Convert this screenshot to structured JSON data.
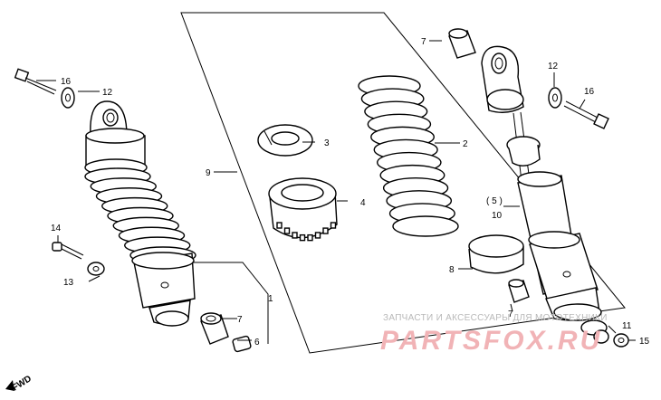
{
  "labels": {
    "p1": "1",
    "p2": "2",
    "p3": "3",
    "p4": "4",
    "p5": "( 5 )",
    "p6": "6",
    "p7a": "7",
    "p7b": "7",
    "p7c": "7",
    "p8": "8",
    "p9": "9",
    "p10": "10",
    "p11": "11",
    "p12a": "12",
    "p12b": "12",
    "p13": "13",
    "p14": "14",
    "p15": "15",
    "p16a": "16",
    "p16b": "16"
  },
  "fwd": "FWD",
  "watermark": {
    "text": "ЗАПЧАСТИ И АКСЕССУАРЫ ДЛЯ МОТОТЕХНИКИ",
    "logo": "PARTSFOX.RU",
    "color": "#f1b3b6"
  }
}
